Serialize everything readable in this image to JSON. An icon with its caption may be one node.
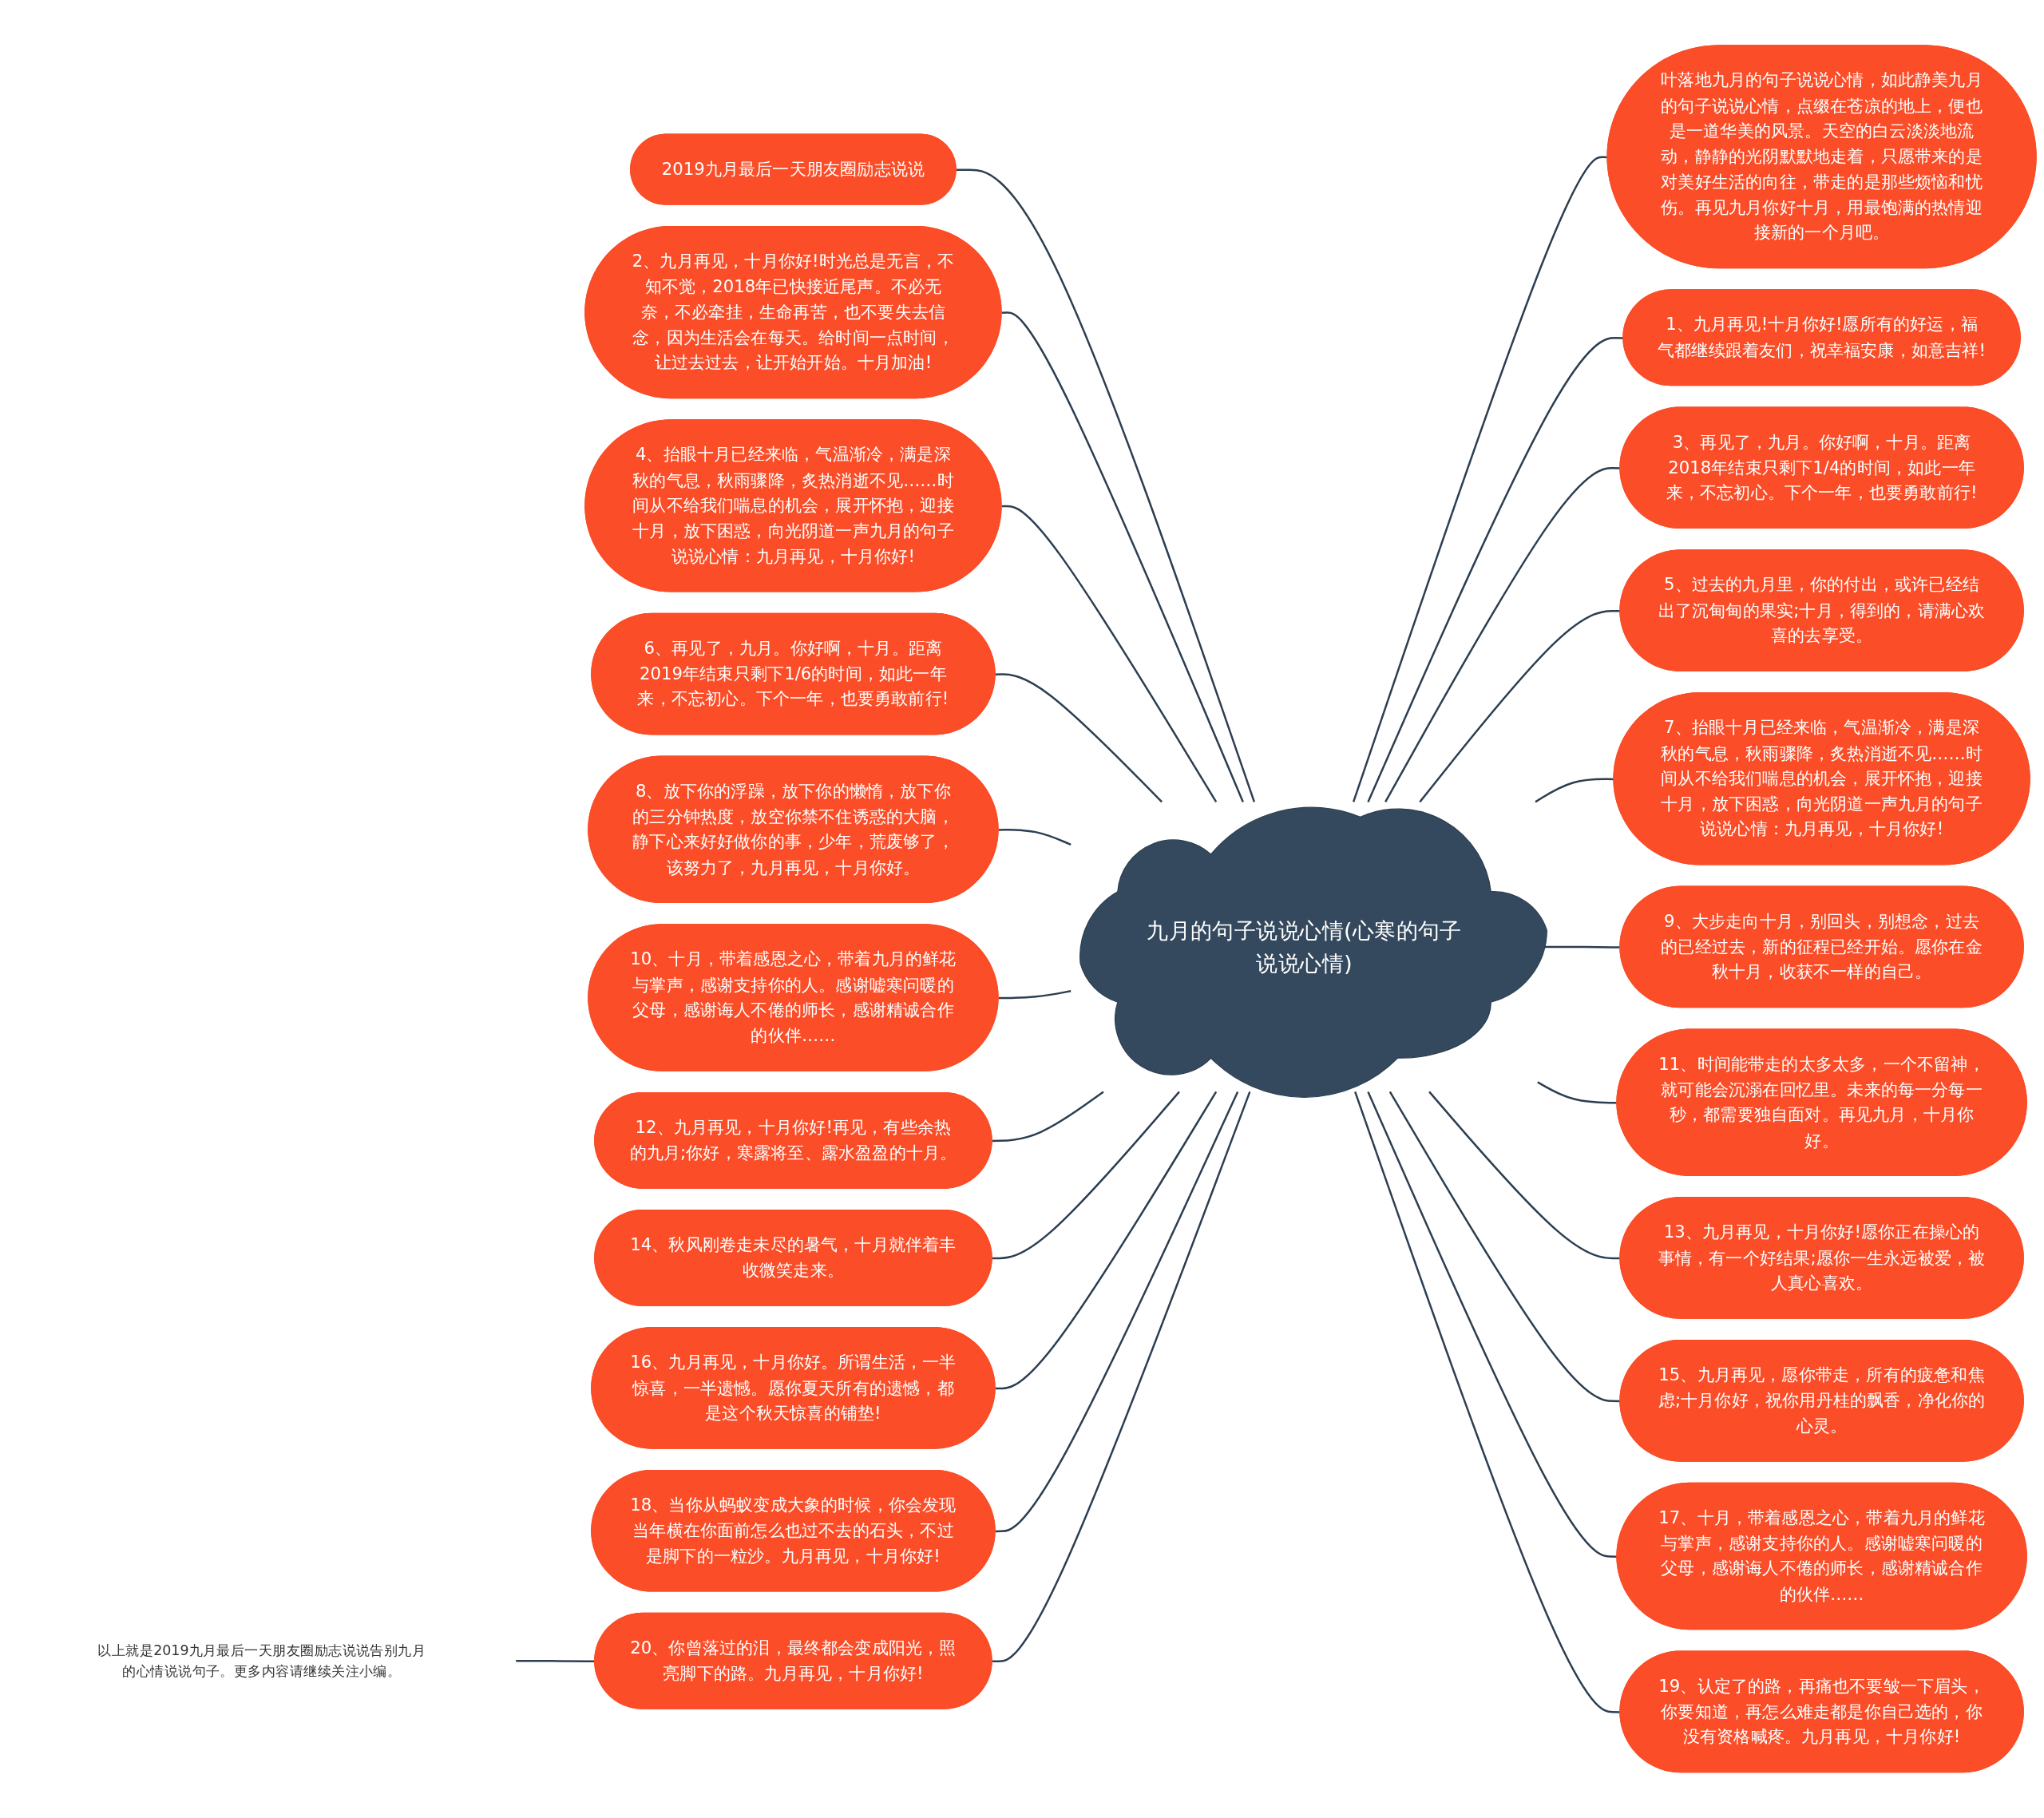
{
  "diagram": {
    "nodes": [
      {
        "text": [
          "九月的句子说说心情(心寒的句子说说心情)"
        ]
      },
      {
        "text": [
          "2019九月最后一天朋友圈励志说说"
        ]
      },
      {
        "text": [
          "2、九月再见，十月你好!时光总是无言，不知不觉，2018年已快接近尾声。不必无奈，不必牵挂，生命再苦，也不要失去信念，因为生活会在每天。给时间一点时间，让过去过去，让开始开始。十月加油!"
        ]
      },
      {
        "text": [
          "4、抬眼十月已经来临，气温渐冷，满是深秋的气息，秋雨骤降，炙热消逝不见……时间从不给我们喘息的机会，展开怀抱，迎接十月，放下困惑，向光阴道一声九月的句子说说心情：九月再见，十月你好!"
        ]
      },
      {
        "text": [
          "6、再见了，九月。你好啊，十月。距离2019年结束只剩下1/6的时间，如此一年来，不忘初心。下个一年，也要勇敢前行!"
        ]
      },
      {
        "text": [
          "8、放下你的浮躁，放下你的懒惰，放下你的三分钟热度，放空你禁不住诱惑的大脑，静下心来好好做你的事，少年，荒废够了，该努力了，九月再见，十月你好。"
        ]
      },
      {
        "text": [
          "10、十月，带着感恩之心，带着九月的鲜花与掌声，感谢支持你的人。感谢嘘寒问暖的父母，感谢诲人不倦的师长，感谢精诚合作的伙伴……"
        ]
      },
      {
        "text": [
          "12、九月再见，十月你好!再见，有些余热的九月;你好，寒露将至、露水盈盈的十月。"
        ]
      },
      {
        "text": [
          "14、秋风刚卷走未尽的暑气，十月就伴着丰收微笑走来。"
        ]
      },
      {
        "text": [
          "16、九月再见，十月你好。所谓生活，一半惊喜，一半遗憾。愿你夏天所有的遗憾，都是这个秋天惊喜的铺垫!"
        ]
      },
      {
        "text": [
          "18、当你从蚂蚁变成大象的时候，你会发现当年横在你面前怎么也过不去的石头，不过是脚下的一粒沙。九月再见，十月你好!"
        ]
      },
      {
        "text": [
          "20、你曾落过的泪，最终都会变成阳光，照亮脚下的路。九月再见，十月你好!"
        ]
      },
      {
        "text": [
          "叶落地九月的句子说说心情，如此静美九月的句子说说心情，点缀在苍凉的地上，便也是一道华美的风景。天空的白云淡淡地流动，静静的光阴默默地走着，只愿带来的是对美好生活的向往，带走的是那些烦恼和忧伤。再见九月你好十月，用最饱满的热情迎接新的一个月吧。"
        ]
      },
      {
        "text": [
          "1、九月再见!十月你好!愿所有的好运，福气都继续跟着友们，祝幸福安康，如意吉祥!"
        ]
      },
      {
        "text": [
          "3、再见了，九月。你好啊，十月。距离2018年结束只剩下1/4的时间，如此一年来，不忘初心。下个一年，也要勇敢前行!"
        ]
      },
      {
        "text": [
          "5、过去的九月里，你的付出，或许已经结出了沉甸甸的果实;十月，得到的，请满心欢喜的去享受。"
        ]
      },
      {
        "text": [
          "7、抬眼十月已经来临，气温渐冷，满是深秋的气息，秋雨骤降，炙热消逝不见……时间从不给我们喘息的机会，展开怀抱，迎接十月，放下困惑，向光阴道一声九月的句子说说心情：九月再见，十月你好!"
        ]
      },
      {
        "text": [
          "9、大步走向十月，别回头，别想念，过去的已经过去，新的征程已经开始。愿你在金秋十月，收获不一样的自己。"
        ]
      },
      {
        "text": [
          "11、时间能带走的太多太多，一个不留神，就可能会沉溺在回忆里。未来的每一分每一秒，都需要独自面对。再见九月，十月你好。"
        ]
      },
      {
        "text": [
          "13、九月再见，十月你好!愿你正在操心的事情，有一个好结果;愿你一生永远被爱，被人真心喜欢。"
        ]
      },
      {
        "text": [
          "15、九月再见，愿你带走，所有的疲惫和焦虑;十月你好，祝你用丹桂的飘香，净化你的心灵。"
        ]
      },
      {
        "text": [
          "17、十月，带着感恩之心，带着九月的鲜花与掌声，感谢支持你的人。感谢嘘寒问暖的父母，感谢诲人不倦的师长，感谢精诚合作的伙伴……"
        ]
      },
      {
        "text": [
          "19、认定了的路，再痛也不要皱一下眉头，你要知道，再怎么难走都是你自己选的，你没有资格喊疼。九月再见，十月你好!"
        ]
      },
      {
        "text": [
          "以上就是2019九月最后一天朋友圈励志说说告别九月的心情说说句子。更多内容请继续关注小编。"
        ]
      }
    ],
    "edges": [
      {
        "from": 0,
        "to": 1,
        "arrow": "none"
      },
      {
        "from": 0,
        "to": 2,
        "arrow": "none"
      },
      {
        "from": 0,
        "to": 3,
        "arrow": "none"
      },
      {
        "from": 0,
        "to": 4,
        "arrow": "none"
      },
      {
        "from": 0,
        "to": 5,
        "arrow": "none"
      },
      {
        "from": 0,
        "to": 6,
        "arrow": "none"
      },
      {
        "from": 0,
        "to": 7,
        "arrow": "none"
      },
      {
        "from": 0,
        "to": 8,
        "arrow": "none"
      },
      {
        "from": 0,
        "to": 9,
        "arrow": "none"
      },
      {
        "from": 0,
        "to": 10,
        "arrow": "none"
      },
      {
        "from": 0,
        "to": 11,
        "arrow": "none"
      },
      {
        "from": 0,
        "to": 12,
        "arrow": "none"
      },
      {
        "from": 0,
        "to": 13,
        "arrow": "none"
      },
      {
        "from": 0,
        "to": 14,
        "arrow": "none"
      },
      {
        "from": 0,
        "to": 15,
        "arrow": "none"
      },
      {
        "from": 0,
        "to": 16,
        "arrow": "none"
      },
      {
        "from": 0,
        "to": 17,
        "arrow": "none"
      },
      {
        "from": 0,
        "to": 18,
        "arrow": "none"
      },
      {
        "from": 0,
        "to": 19,
        "arrow": "none"
      },
      {
        "from": 0,
        "to": 20,
        "arrow": "none"
      },
      {
        "from": 0,
        "to": 21,
        "arrow": "none"
      },
      {
        "from": 0,
        "to": 22,
        "arrow": "none"
      },
      {
        "from": 11,
        "to": 23,
        "arrow": "none"
      }
    ]
  }
}
